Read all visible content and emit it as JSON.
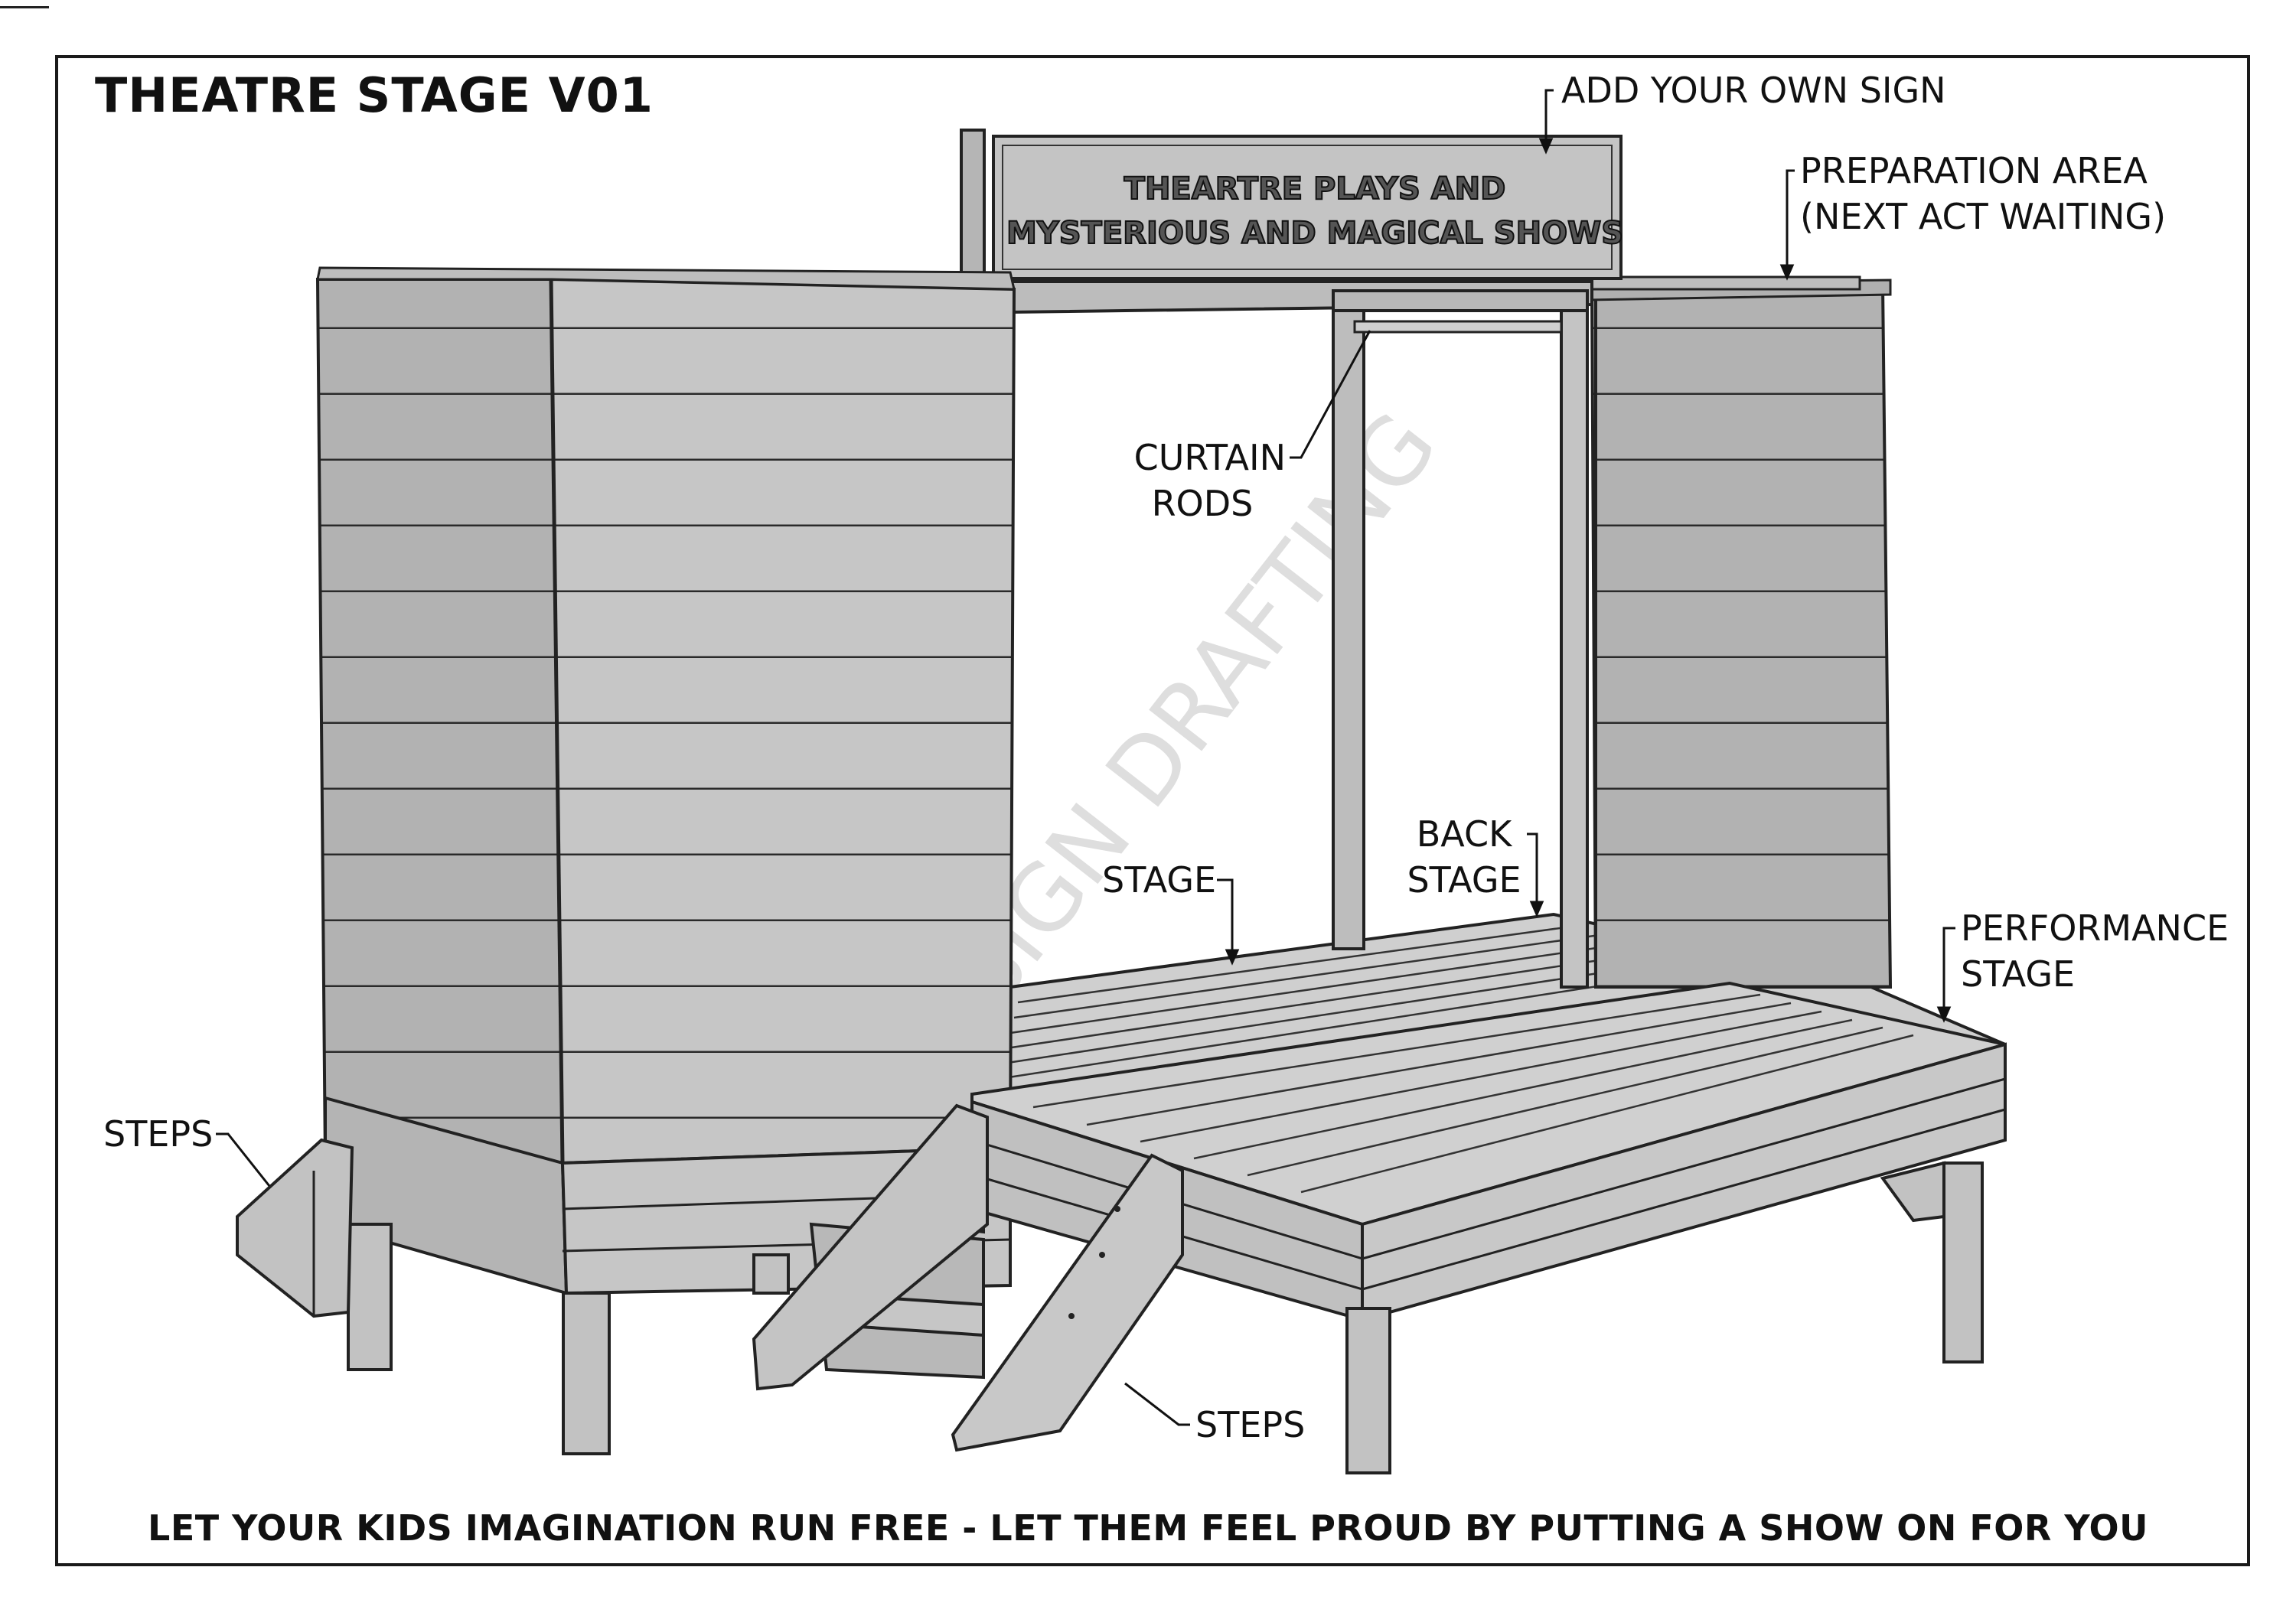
{
  "title": "THEATRE STAGE V01",
  "sign": {
    "line1": "THEARTRE PLAYS AND",
    "line2": "MYSTERIOUS AND MAGICAL SHOWS"
  },
  "callouts": {
    "add_sign": "ADD YOUR OWN SIGN",
    "prep_line1": "PREPARATION AREA",
    "prep_line2": "(NEXT ACT WAITING)",
    "curtain_line1": "CURTAIN",
    "curtain_line2": "RODS",
    "back_line1": "BACK",
    "back_line2": "STAGE",
    "stage": "STAGE",
    "performance_line1": "PERFORMANCE",
    "performance_line2": "STAGE",
    "steps_left": "STEPS",
    "steps_bottom": "STEPS"
  },
  "watermark": "DESIGN DRAFTING",
  "footer": "LET YOUR KIDS IMAGINATION RUN FREE - LET THEM FEEL PROUD BY PUTTING A SHOW ON FOR YOU",
  "colors": {
    "wall_front": "#c8c8c8",
    "wall_side": "#b4b4b4",
    "deck": "#cfcfcf",
    "line": "#222222"
  }
}
